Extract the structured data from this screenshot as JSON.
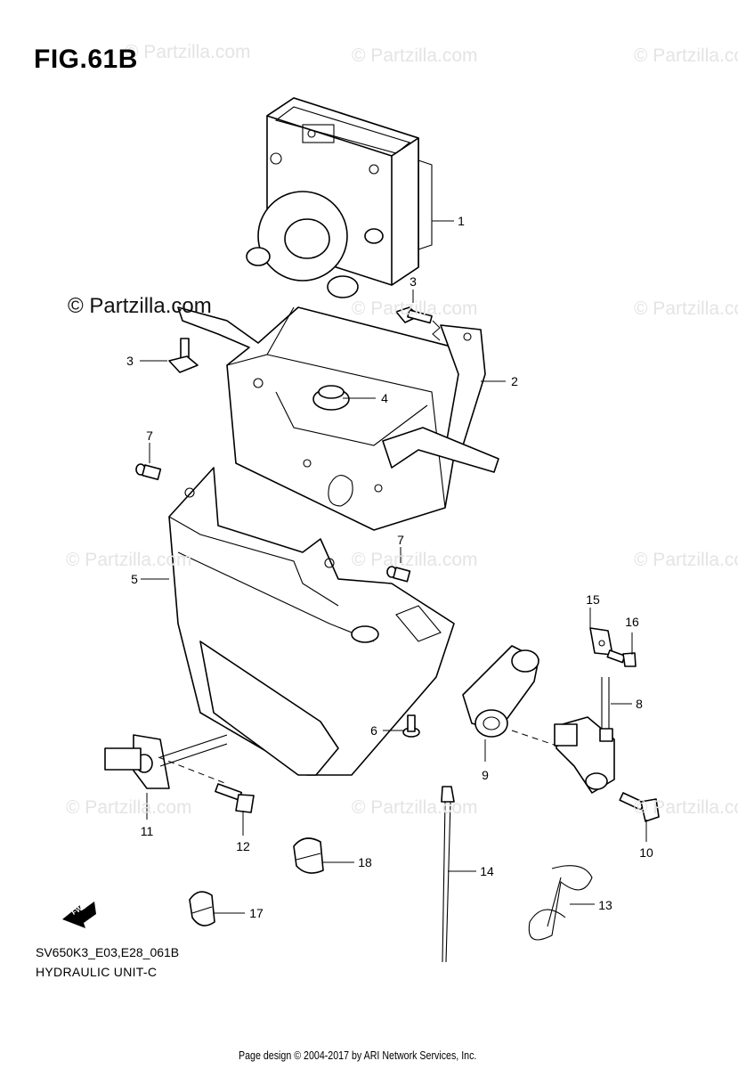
{
  "figure": {
    "title": "FIG.61B",
    "model_code": "SV650K3_E03,E28_061B",
    "section_name": "HYDRAULIC UNIT-C"
  },
  "branding": {
    "main_watermark": "© Partzilla.com",
    "faint_watermark": "© Partzilla.com"
  },
  "footer": {
    "credit": "Page design © 2004-2017 by ARI Network Services, Inc."
  },
  "callouts": {
    "c1": "1",
    "c2": "2",
    "c3a": "3",
    "c3b": "3",
    "c4": "4",
    "c5": "5",
    "c6": "6",
    "c7a": "7",
    "c7b": "7",
    "c8": "8",
    "c9": "9",
    "c10": "10",
    "c11": "11",
    "c12": "12",
    "c13": "13",
    "c14": "14",
    "c15": "15",
    "c16": "16",
    "c17": "17",
    "c18": "18"
  },
  "fwd_badge": "FWD"
}
